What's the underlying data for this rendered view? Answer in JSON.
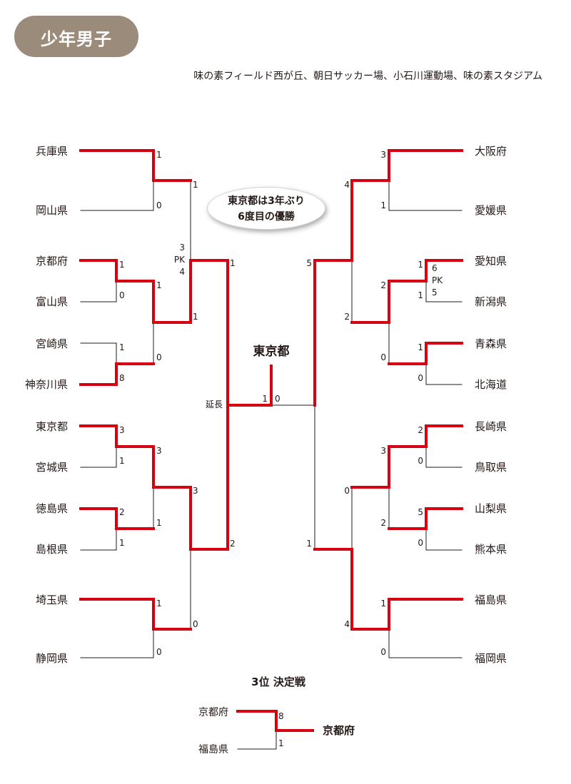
{
  "header": {
    "category": "少年男子",
    "venues": "味の素フィールド西が丘、朝日サッカー場、小石川運動場、味の素スタジアム"
  },
  "callout": {
    "line1": "東京都は3年ぶり",
    "line2": "6度目の優勝"
  },
  "colors": {
    "win": "#d7000f",
    "lose": "#231815",
    "badge": "#9b8b7b"
  },
  "left_teams": [
    "兵庫県",
    "岡山県",
    "京都府",
    "富山県",
    "宮崎県",
    "神奈川県",
    "東京都",
    "宮城県",
    "徳島県",
    "島根県",
    "埼玉県",
    "静岡県"
  ],
  "right_teams": [
    "大阪府",
    "愛媛県",
    "愛知県",
    "新潟県",
    "青森県",
    "北海道",
    "長崎県",
    "鳥取県",
    "山梨県",
    "熊本県",
    "福島県",
    "福岡県"
  ],
  "scores": {
    "l_hyogo": "1",
    "l_okayama": "0",
    "l_kyoto": "1",
    "l_toyama": "0",
    "l_miyazaki": "1",
    "l_kanagawa": "8",
    "l_kt": "1",
    "l_kanagawa2": "0",
    "l_tokyo": "3",
    "l_miyagi": "1",
    "l_tokushima": "2",
    "l_shimane": "1",
    "l_tokyo2": "3",
    "l_tokushima2": "1",
    "l_saitama": "1",
    "l_shizuoka": "0",
    "l_s2": "1",
    "l_kyoto3": "1",
    "l_pk_a": "3",
    "l_pk_label": "PK",
    "l_pk_b": "4",
    "l_tokyo3": "3",
    "l_saitama3": "0",
    "l_semi_top": "1",
    "l_semi_bot": "2",
    "final_left": "1",
    "final_right": "0",
    "extra_time": "延長",
    "r_osaka": "3",
    "r_ehime": "1",
    "r_aichi": "1",
    "r_niigata": "1",
    "r_pk_a": "6",
    "r_pk_label": "PK",
    "r_pk_b": "5",
    "r_aomori": "1",
    "r_hokkaido": "0",
    "r_niigata2": "2",
    "r_aomori2": "0",
    "r_osaka3": "4",
    "r_niigata3": "2",
    "r_nagasaki": "2",
    "r_tottori": "0",
    "r_yamanashi": "5",
    "r_kumamoto": "0",
    "r_nagasaki2": "3",
    "r_yamanashi2": "2",
    "r_fukushima": "1",
    "r_fukuoka": "0",
    "r_nagasaki3": "0",
    "r_fukushima3": "4",
    "r_semi_top": "5",
    "r_semi_bot": "1"
  },
  "champion": "東京都",
  "third_place": {
    "title": "3位 決定戦",
    "team_top": "京都府",
    "team_bottom": "福島県",
    "score_top": "8",
    "score_bottom": "1",
    "winner": "京都府"
  }
}
